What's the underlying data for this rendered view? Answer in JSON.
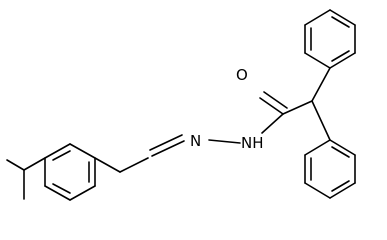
{
  "atoms": {
    "oxygen": "O",
    "nitrogen_imine": "N",
    "nitrogen_amide": "N",
    "amide_h": "H"
  },
  "colors": {
    "bond": "#000000",
    "background": "#ffffff"
  }
}
